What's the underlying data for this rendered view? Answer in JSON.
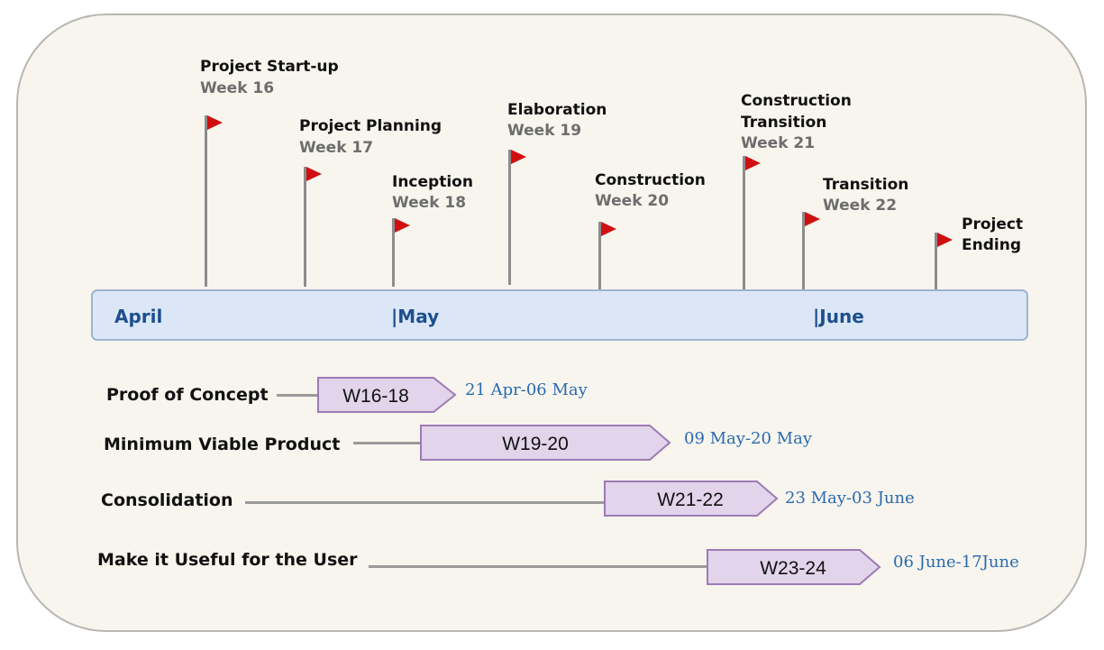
{
  "colors": {
    "panel_bg": "#f7f5ee",
    "flag": "#d01010",
    "band": "#dbe7f7",
    "month_text": "#1e4f8e",
    "phase_fill": "#e2d4ea",
    "phase_border": "#9e7ab5",
    "date_text": "#2a6ab0"
  },
  "milestones": [
    {
      "title": "Project Start-up",
      "title2": "",
      "week": "Week 16"
    },
    {
      "title": "Project Planning",
      "title2": "",
      "week": "Week 17"
    },
    {
      "title": "Inception",
      "title2": "",
      "week": "Week 18"
    },
    {
      "title": "Elaboration",
      "title2": "",
      "week": "Week 19"
    },
    {
      "title": "Construction",
      "title2": "",
      "week": "Week 20"
    },
    {
      "title": "Construction",
      "title2": "Transition",
      "week": "Week 21"
    },
    {
      "title": "Transition",
      "title2": "",
      "week": "Week 22"
    },
    {
      "title": "Project",
      "title2": "Ending",
      "week": ""
    }
  ],
  "months": [
    "April",
    "|May",
    "|June"
  ],
  "phases": [
    {
      "name": "Proof of Concept",
      "code": "W16-18",
      "dates": "21 Apr-06 May"
    },
    {
      "name": "Minimum Viable Product",
      "code": "W19-20",
      "dates": "09 May-20 May"
    },
    {
      "name": "Consolidation",
      "code": "W21-22",
      "dates": "23 May-03 June"
    },
    {
      "name": "Make it Useful for the User",
      "code": "W23-24",
      "dates": "06 June-17June"
    }
  ]
}
